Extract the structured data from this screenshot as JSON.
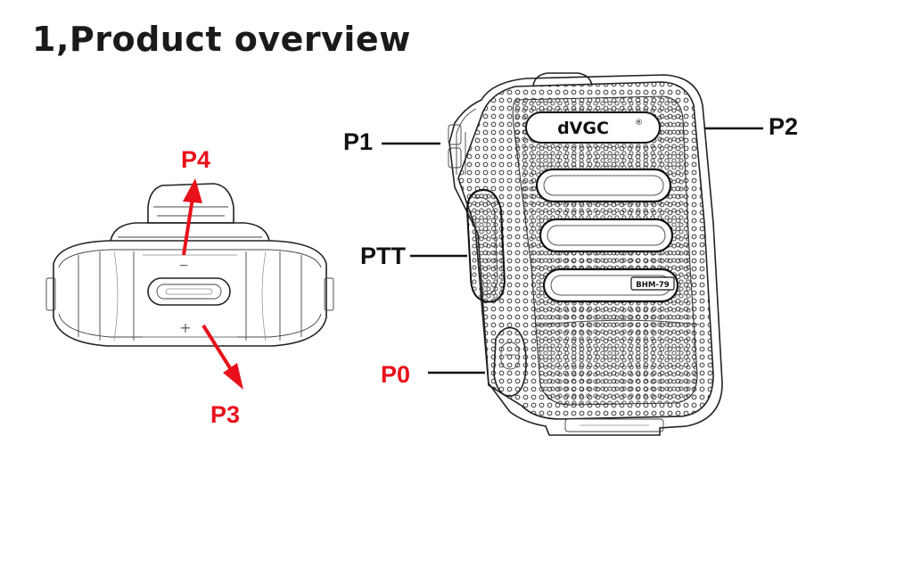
{
  "title": "1,Product overview",
  "labels": {
    "p0": "P0",
    "p1": "P1",
    "p2": "P2",
    "p3": "P3",
    "p4": "P4",
    "ptt": "PTT"
  },
  "device": {
    "brand": "dVGC",
    "brand_mark": "®",
    "model": "BHM-79"
  },
  "bottom_view": {
    "minus_symbol": "−",
    "plus_symbol": "+"
  },
  "colors": {
    "accent_red": "#e8101a",
    "ink": "#111111"
  }
}
